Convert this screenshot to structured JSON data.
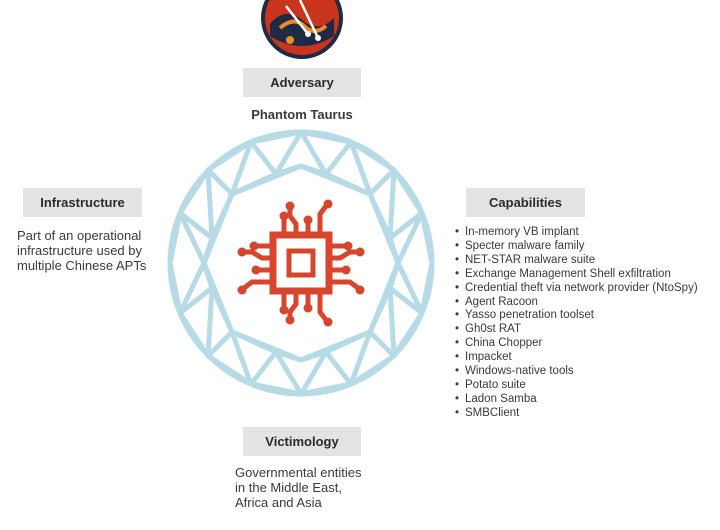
{
  "adversary": {
    "label": "Adversary",
    "name": "Phantom Taurus",
    "logo_icon": "phantom-taurus-logo"
  },
  "infrastructure": {
    "label": "Infrastructure",
    "lines": [
      "Part of an operational",
      "infrastructure used by",
      "multiple Chinese APTs"
    ]
  },
  "capabilities": {
    "label": "Capabilities",
    "items": [
      "In-memory VB implant",
      "Specter malware family",
      "NET-STAR malware suite",
      "Exchange Management Shell exfiltration",
      "Credential theft via network provider (NtoSpy)",
      "Agent Racoon",
      "Yasso penetration toolset",
      "Gh0st RAT",
      "China Chopper",
      "Impacket",
      "Windows-native tools",
      "Potato suite",
      "Ladon Samba",
      "SMBClient"
    ]
  },
  "victimology": {
    "label": "Victimology",
    "lines": [
      "Governmental entities",
      "in the Middle East,",
      "Africa and Asia"
    ]
  },
  "center": {
    "icon": "circuit-chip-icon",
    "frame_icon": "diamond-model-icon"
  },
  "colors": {
    "diamond": "#b7dbe6",
    "chip": "#d7462c",
    "label_bg": "#e3e3e3"
  }
}
